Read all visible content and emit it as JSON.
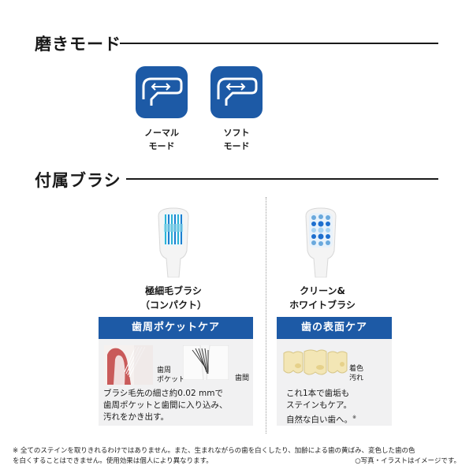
{
  "modes": {
    "title": "磨きモード",
    "items": [
      {
        "label_line1": "ノーマル",
        "label_line2": "モード",
        "icon": "brush-vibration-icon"
      },
      {
        "label_line1": "ソフト",
        "label_line2": "モード",
        "icon": "brush-vibration-icon"
      }
    ]
  },
  "brushes": {
    "title": "付属ブラシ",
    "left": {
      "name_line1": "極細毛ブラシ",
      "name_line2": "（コンパクト）",
      "bar_label": "歯周ポケットケア",
      "label_pocket_1": "歯周",
      "label_pocket_2": "ポケット",
      "label_gum": "歯間",
      "desc_line1": "ブラシ毛先の細さ約0.02 mmで",
      "desc_line2": "歯周ポケットと歯間に入り込み、",
      "desc_line3": "汚れをかき出す。"
    },
    "right": {
      "name_line1": "クリーン&",
      "name_line2": "ホワイトブラシ",
      "bar_label": "歯の表面ケア",
      "label_stain_1": "着色",
      "label_stain_2": "汚れ",
      "desc_line1": "これ1本で歯垢も",
      "desc_line2": "ステインもケア。",
      "desc_line3": "自然な白い歯へ。",
      "desc_note": "※"
    }
  },
  "footnote": {
    "line1": "※ 全てのステインを取りきれるわけではありません。また、生まれながらの歯を白くしたり、加齢による歯の黄ばみ、変色した歯の色",
    "line2": "を白くすることはできません。使用効果は個人により異なります。",
    "right": "○写真・イラストはイメージです。"
  },
  "colors": {
    "accent_blue": "#1d5aa6",
    "panel_bg": "#f1f1f2",
    "teeth": "#f3e6b5"
  }
}
